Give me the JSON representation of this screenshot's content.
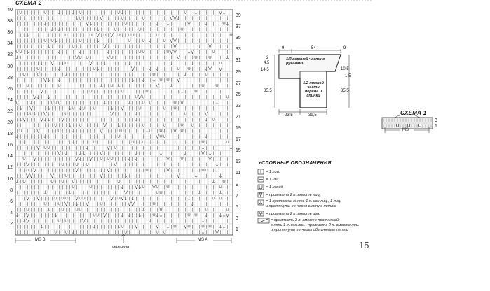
{
  "main_chart": {
    "title": "СХЕМА 2",
    "row_numbers_left": [
      "40",
      "38",
      "36",
      "34",
      "32",
      "30",
      "28",
      "26",
      "24",
      "22",
      "20",
      "18",
      "16",
      "14",
      "12",
      "10",
      "8",
      "6",
      "4",
      "2"
    ],
    "row_numbers_right": [
      "39",
      "37",
      "35",
      "33",
      "31",
      "29",
      "27",
      "25",
      "23",
      "21",
      "19",
      "17",
      "15",
      "13",
      "11",
      "9",
      "7",
      "5",
      "3",
      "1"
    ],
    "bottom_left_label": "MS B",
    "bottom_right_label": "MS A",
    "center_label": "середина"
  },
  "pattern_chart": {
    "title": "СХЕМА 1",
    "row_numbers": [
      "3",
      "1"
    ],
    "bottom_label": "MS"
  },
  "schematic": {
    "dims": {
      "top_left": "9",
      "top_mid": "54",
      "top_right": "9",
      "left_a": "2",
      "left_b": "4,5",
      "left_c": "14,5",
      "left_d": "35,5",
      "right_a": "10,5",
      "right_b": "1,5",
      "right_c": "35,5",
      "bottom_left": "23,5",
      "bottom_right": "39,5"
    },
    "label_top": "1/2 верхней части с рукавами",
    "label_bottom": "1/2 нижней части переда и спинки"
  },
  "legend": {
    "title": "УСЛОВНЫЕ ОБОЗНАЧЕНИЯ",
    "items": [
      {
        "text": "= 1 лиц."
      },
      {
        "text": "= 1 изн."
      },
      {
        "text": "= 1 накид"
      },
      {
        "text": "= провязать 2 п. вместе лиц."
      },
      {
        "text": "= 1 протяжка: снять 1 п. как лиц., 1 лиц.\nи протянуть ее через снятую петлю"
      },
      {
        "text": "= провязать 2 п. вместе изн."
      },
      {
        "text": "= провязать 3 п. вместе протяжкой:\nснять 1 п. как лиц., провязать 2 п. вместе лиц.\nи протянуть ее через обе снятые петли"
      }
    ]
  },
  "page_number": "15"
}
